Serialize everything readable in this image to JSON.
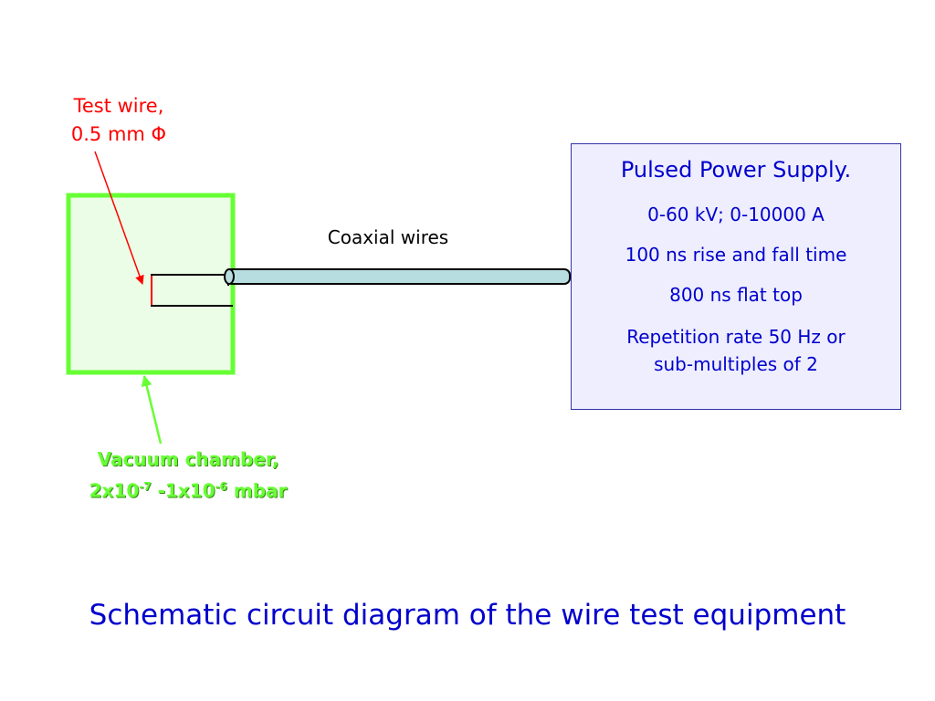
{
  "test_wire": {
    "line1": "Test wire,",
    "line2": "0.5 mm Φ"
  },
  "coaxial_label": "Coaxial wires",
  "vacuum": {
    "line1": "Vacuum chamber,",
    "p1_base": "2x10",
    "p1_exp": "-7",
    "p_sep": " -1x10",
    "p2_exp": "-6",
    "p_unit": " mbar"
  },
  "power_supply": {
    "title": "Pulsed Power Supply.",
    "spec1": "0-60 kV; 0-10000 A",
    "spec2": "100 ns rise and fall time",
    "spec3": "800 ns flat top",
    "spec4_line1": "Repetition rate 50 Hz or",
    "spec4_line2": "sub-multiples of 2"
  },
  "caption": "Schematic circuit diagram of the wire test equipment",
  "colors": {
    "test_wire": "#ff0000",
    "chamber": "#66ff33",
    "chamber_fill": "#ebfde6",
    "cable": "#b8dde0",
    "supply_text": "#0000cc",
    "supply_bg": "#eeeeff"
  }
}
